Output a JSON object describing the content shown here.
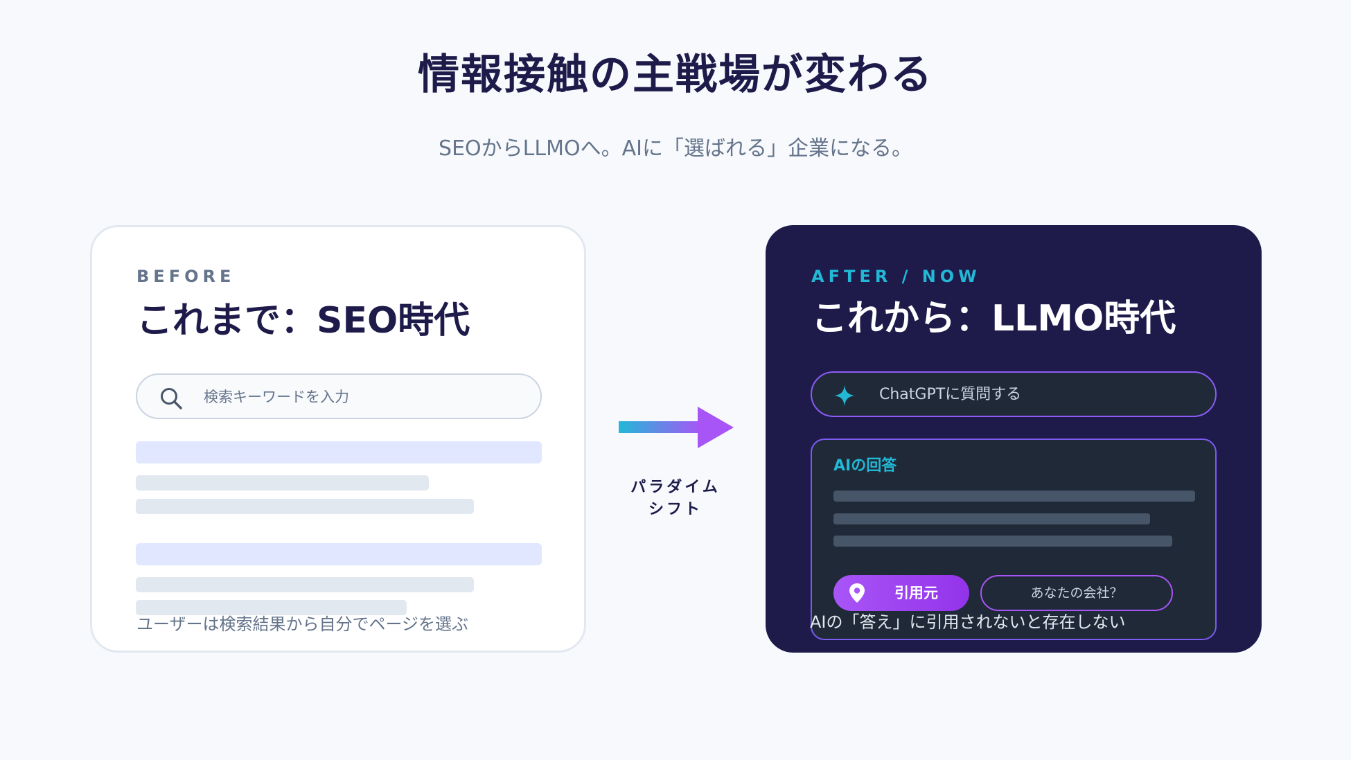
{
  "header": {
    "title": "情報接触の主戦場が変わる",
    "subtitle": "SEOからLLMOへ。AIに「選ばれる」企業になる。"
  },
  "before": {
    "eyebrow": "BEFORE",
    "heading": "これまで：SEO時代",
    "search_placeholder": "検索キーワードを入力",
    "search_icon": "search-icon",
    "caption": "ユーザーは検索結果から自分でページを選ぶ"
  },
  "transition": {
    "label_line1": "パラダイム",
    "label_line2": "シフト",
    "icon": "arrow-right-icon"
  },
  "after": {
    "eyebrow": "AFTER / NOW",
    "heading": "これから：LLMO時代",
    "chat_placeholder": "ChatGPTに質問する",
    "chat_icon": "sparkle-icon",
    "answer_title": "AIの回答",
    "citation_label": "引用元",
    "citation_icon": "map-pin-icon",
    "company_label": "あなたの会社？",
    "caption": "AIの「答え」に引用されないと存在しない"
  },
  "colors": {
    "background": "#f7f9fc",
    "navy": "#1e1b4b",
    "accent_cyan": "#22b8d6",
    "accent_purple": "#a855f7",
    "muted_text": "#64748b"
  }
}
